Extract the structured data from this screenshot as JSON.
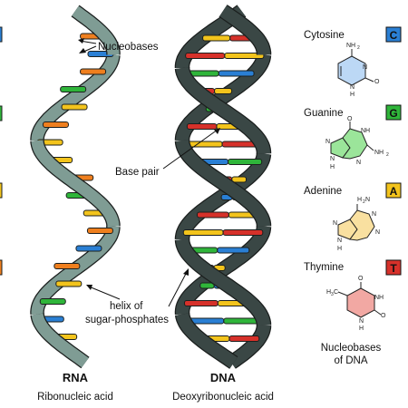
{
  "colors": {
    "rna_backbone": "#7f9c94",
    "dna_backbone": "#3a4745",
    "outline": "#1b1f1e",
    "cytosine": "#2a7fd4",
    "guanine": "#2fb53a",
    "adenine": "#f3c41c",
    "thymine": "#d6312a",
    "uracil": "#ef7f1e"
  },
  "annotations": {
    "nucleobases": "Nucleobases",
    "base_pair": "Base pair",
    "helix_line1": "helix of",
    "helix_line2": "sugar-phosphates"
  },
  "rna": {
    "title": "RNA",
    "subtitle": "Ribonucleic acid"
  },
  "dna": {
    "title": "DNA",
    "subtitle": "Deoxyribonucleic acid"
  },
  "legend": {
    "items": [
      {
        "name": "Cytosine",
        "letter": "C",
        "color_key": "cytosine",
        "structure": "cytosine-structure-icon"
      },
      {
        "name": "Guanine",
        "letter": "G",
        "color_key": "guanine",
        "structure": "guanine-structure-icon"
      },
      {
        "name": "Adenine",
        "letter": "A",
        "color_key": "adenine",
        "structure": "adenine-structure-icon"
      },
      {
        "name": "Thymine",
        "letter": "T",
        "color_key": "thymine",
        "structure": "thymine-structure-icon"
      }
    ],
    "caption_line1": "Nucleobases",
    "caption_line2": "of DNA"
  },
  "molecule_labels": {
    "cytosine": [
      "NH",
      "2",
      "N",
      "N",
      "H",
      "O"
    ],
    "guanine": [
      "O",
      "N",
      "NH",
      "NH",
      "2",
      "N",
      "N",
      "H"
    ],
    "adenine": [
      "H",
      "2",
      "N",
      "N",
      "N",
      "N",
      "N",
      "H"
    ],
    "thymine": [
      "H",
      "3",
      "C",
      "O",
      "NH",
      "N",
      "H",
      "O"
    ]
  },
  "rna_bases": [
    "uracil",
    "cytosine",
    "uracil",
    "guanine",
    "adenine",
    "uracil",
    "adenine",
    "adenine",
    "uracil",
    "guanine",
    "adenine",
    "uracil",
    "cytosine",
    "uracil",
    "adenine",
    "guanine",
    "cytosine",
    "adenine"
  ],
  "dna_bases": [
    "thymine",
    "adenine",
    "cytosine",
    "adenine",
    "guanine",
    "thymine",
    "adenine",
    "cytosine",
    "thymine",
    "guanine",
    "adenine",
    "thymine",
    "cytosine",
    "adenine",
    "guanine",
    "thymine",
    "cytosine",
    "adenine"
  ],
  "left_edge_markers": [
    "cytosine",
    "guanine",
    "adenine",
    "uracil"
  ]
}
